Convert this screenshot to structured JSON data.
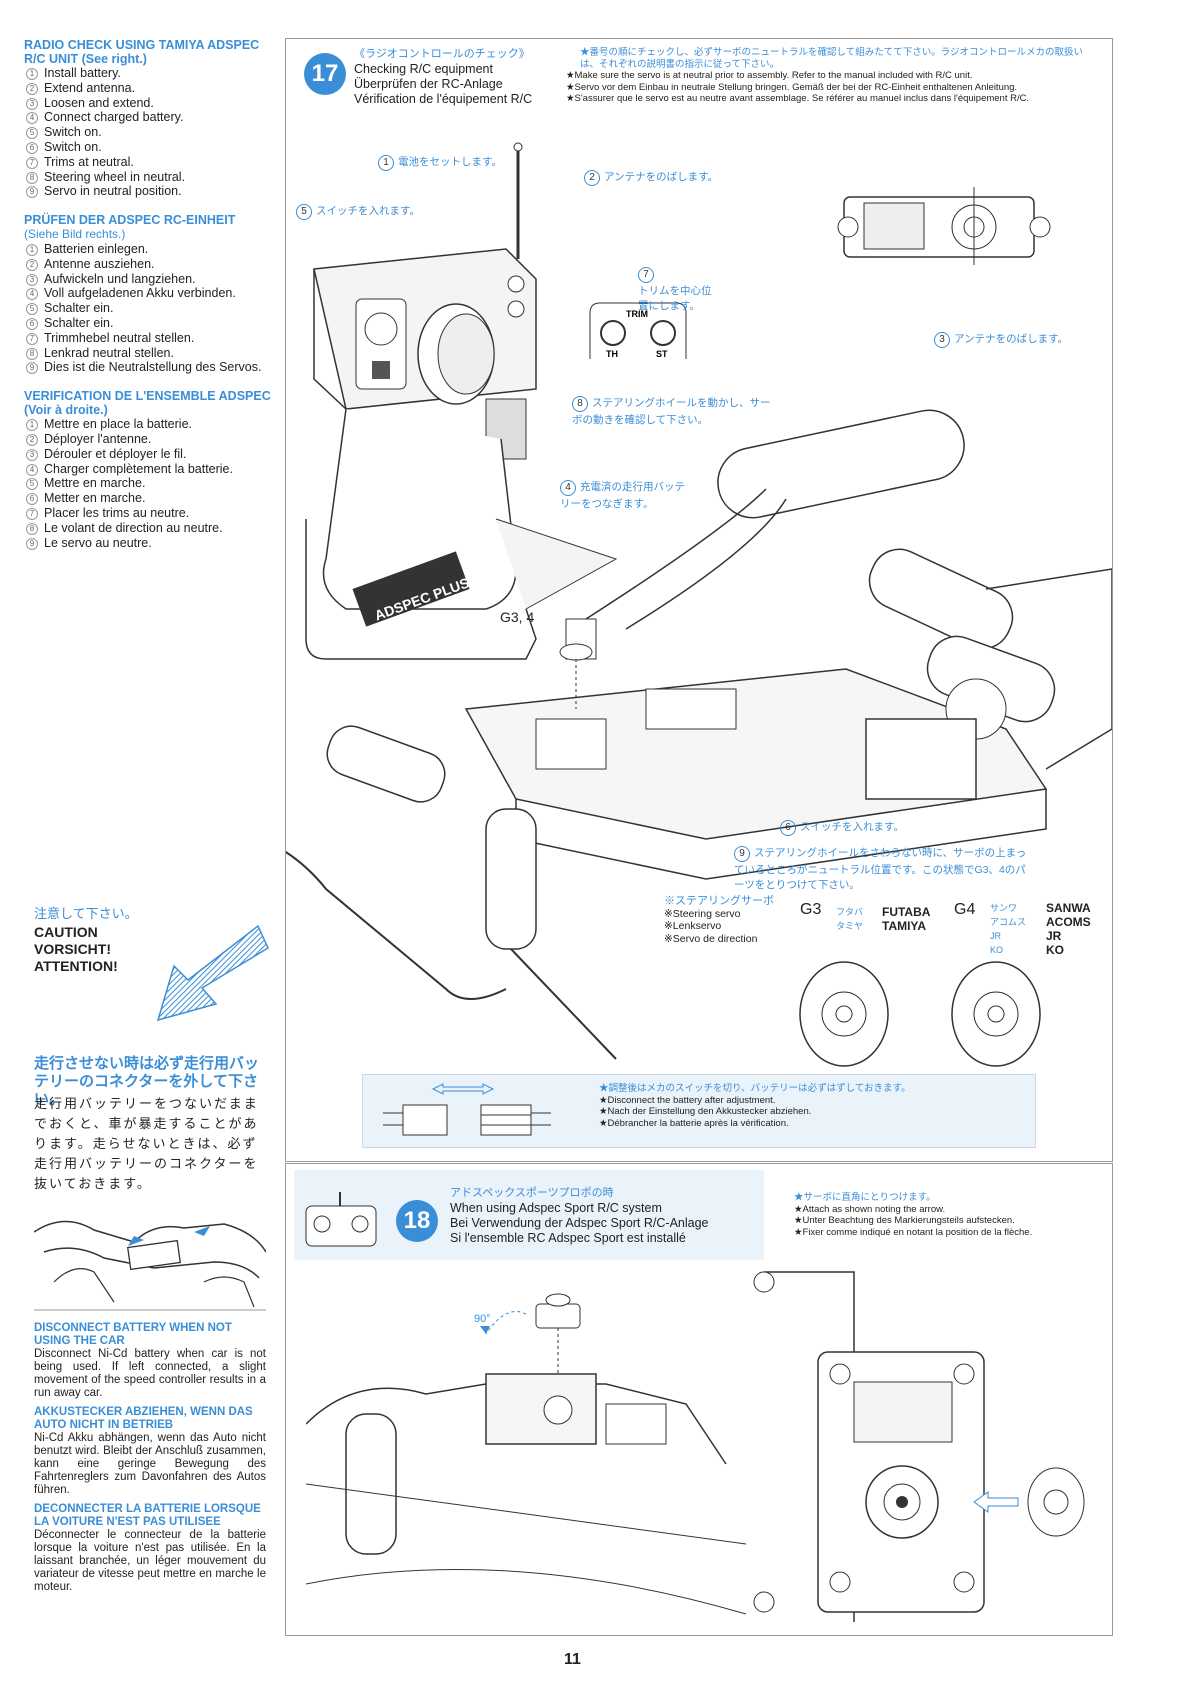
{
  "sidebar": {
    "sections": [
      {
        "title": "RADIO CHECK USING TAMIYA ADSPEC R/C UNIT (See right.)",
        "items": [
          "Install battery.",
          "Extend antenna.",
          "Loosen and extend.",
          "Connect charged battery.",
          "Switch on.",
          "Switch on.",
          "Trims at neutral.",
          "Steering wheel in neutral.",
          "Servo in neutral position."
        ]
      },
      {
        "title": "PRÜFEN DER ADSPEC RC-EINHEIT",
        "subtitle": "(Siehe Bild rechts.)",
        "items": [
          "Batterien einlegen.",
          "Antenne ausziehen.",
          "Aufwickeln und langziehen.",
          "Voll aufgeladenen Akku verbinden.",
          "Schalter ein.",
          "Schalter ein.",
          "Trimmhebel neutral stellen.",
          "Lenkrad neutral stellen.",
          "Dies ist die Neutralstellung des Servos."
        ]
      },
      {
        "title": "VERIFICATION DE L'ENSEMBLE ADSPEC (Voir à droite.)",
        "items": [
          "Mettre en place la batterie.",
          "Déployer l'antenne.",
          "Dérouler et déployer le fil.",
          "Charger complètement la batterie.",
          "Mettre en marche.",
          "Metter en marche.",
          "Placer les trims au neutre.",
          "Le volant de direction au neutre.",
          "Le servo au neutre."
        ]
      }
    ],
    "numbers": [
      "1",
      "2",
      "3",
      "4",
      "5",
      "6",
      "7",
      "8",
      "9"
    ]
  },
  "caution": {
    "jp": "注意して下さい。",
    "lines": [
      "CAUTION",
      "VORSICHT!",
      "ATTENTION!"
    ],
    "jp_title": "走行させない時は必ず走行用バッテリーのコネクターを外して下さい。",
    "jp_body": "走行用バッテリーをつないだままでおくと、車が暴走することがあります。走らせないときは、必ず走行用バッテリーのコネクターを抜いておきます。"
  },
  "disconnect": [
    {
      "title": "DISCONNECT BATTERY WHEN NOT USING THE CAR",
      "body": "Disconnect Ni-Cd battery when car is not being used. If left connected, a slight movement of the speed controller results in a run away car."
    },
    {
      "title": "AKKUSTECKER ABZIEHEN, WENN DAS AUTO NICHT IN BETRIEB",
      "body": "Ni-Cd Akku abhängen, wenn das Auto nicht benutzt wird. Bleibt der Anschluß zusammen, kann eine geringe Bewegung des Fahrtenreglers zum Davonfahren des Autos führen."
    },
    {
      "title": "DECONNECTER LA BATTERIE LORSQUE LA VOITURE N'EST PAS UTILISEE",
      "body": "Déconnecter le connecteur de la batterie lorsque la voiture n'est pas utilisée. En la laissant branchée, un léger mouvement du variateur de vitesse peut mettre en marche le moteur."
    }
  ],
  "step17": {
    "number": "17",
    "jp_title": "《ラジオコントロールのチェック》",
    "titles": [
      "Checking R/C equipment",
      "Überprüfen der RC-Anlage",
      "Vérification de l'équipement R/C"
    ],
    "jp_note": "★番号の順にチェックし、必ずサーボのニュートラルを確認して組みたてて下さい。ラジオコントロールメカの取扱いは、それぞれの説明書の指示に従って下さい。",
    "notes": [
      "★Make sure the servo is at neutral prior to assembly. Refer to the manual included with R/C unit.",
      "★Servo vor dem Einbau in neutrale Stellung bringen. Gemäß der bei der RC-Einheit enthaltenen Anleitung.",
      "★S'assurer que le servo est au neutre avant assemblage. Se référer au manuel inclus dans l'équipement R/C."
    ],
    "callouts": {
      "c1": "電池をセットします。",
      "c2": "アンテナをのばします。",
      "c3": "アンテナをのばします。",
      "c4": "充電済の走行用バッテリーをつなぎます。",
      "c5": "スイッチを入れます。",
      "c6": "スイッチを入れます。",
      "c7": "トリムを中心位置にします。",
      "c8": "ステアリングホイールを動かし、サーボの動きを確認して下さい。",
      "c9": "ステアリングホイールをさわらない時に、サーボの上まっているところがニュートラル位置です。この状態でG3、4のパーツをとりつけて下さい。"
    },
    "trim_label": "TRIM",
    "th_label": "TH",
    "st_label": "ST",
    "brand": "ADSPEC PLUS",
    "g34": "G3, 4",
    "servo_labels": [
      "※ステアリングサーボ",
      "※Steering servo",
      "※Lenkservo",
      "※Servo de direction"
    ],
    "g3": "G3",
    "g3_jp": [
      "フタバ",
      "タミヤ"
    ],
    "g3_en": [
      "FUTABA",
      "TAMIYA"
    ],
    "g4": "G4",
    "g4_jp": [
      "サンワ",
      "アコムス",
      "JR",
      "KO"
    ],
    "g4_en": [
      "SANWA",
      "ACOMS",
      "JR",
      "KO"
    ],
    "after_jp": "★調整後はメカのスイッチを切り、バッテリーは必ずはずしておきます。",
    "after": [
      "★Disconnect the battery after adjustment.",
      "★Nach der Einstellung den Akkustecker abziehen.",
      "★Débrancher la batterie après la vérification."
    ]
  },
  "step18": {
    "number": "18",
    "jp_title": "アドスペックスポーツプロポの時",
    "titles": [
      "When using Adspec Sport R/C system",
      "Bei Verwendung der Adspec Sport R/C-Anlage",
      "Si l'ensemble RC Adspec Sport est installé"
    ],
    "jp_note": "★サーボに直角にとりつけます。",
    "notes": [
      "★Attach as shown noting the arrow.",
      "★Unter Beachtung des Markierungsteils aufstecken.",
      "★Fixer comme indiqué en notant la position de la flèche."
    ],
    "angle": "90°"
  },
  "page_number": "11",
  "colors": {
    "accent": "#3a8ed8",
    "note_bg": "#eaf2fa"
  }
}
